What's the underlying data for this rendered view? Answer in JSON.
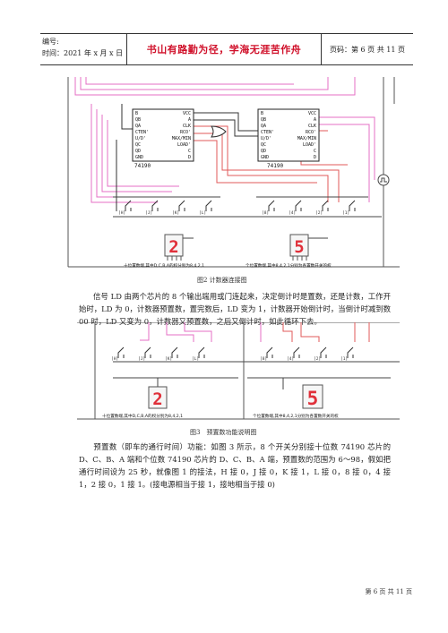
{
  "header": {
    "number_label": "编号:",
    "time_label": "时间：2021 年 x 月 x 日",
    "motto": "书山有路勤为径，学海无涯苦作舟",
    "page_info": "页码：第 6 页 共 11 页"
  },
  "figure1": {
    "chip1_name": "74190",
    "chip2_name": "74190",
    "pins_left": [
      "B",
      "QB",
      "QA",
      "CTEN'",
      "U/D'",
      "QC",
      "QD",
      "GND"
    ],
    "pins_right": [
      "VCC",
      "A",
      "CLK",
      "RCO'",
      "MAX/MIN",
      "LOAD'",
      "C",
      "D"
    ],
    "switch_labels_left": [
      "[H]",
      "[J]",
      "[K]",
      "[L]"
    ],
    "switch_labels_right": [
      "[8]",
      "[4]",
      "[2]",
      "[1]"
    ],
    "digit_left": "2",
    "digit_right": "5",
    "label_left": "十位置数端,其中D,C,B,A的权分别为8,4,2,1",
    "label_right": "个位置数端,其中8,4,2,1分别为各置数开关的权",
    "caption": "图2 计数器连接图"
  },
  "para1": "信号 LD 由两个芯片的 8 个输出端用或门连起来，决定倒计时是置数，还是计数，工作开始时，LD 为 0，计数器预置数，置完数后，LD 变为 1，计数器开始倒计时，当倒计时减到数 00 时，LD 又变为 0，计数器又预置数，之后又倒计时，如此循环下去。",
  "figure2": {
    "switch_labels_left": [
      "[H]",
      "[J]",
      "[K]",
      "[L]"
    ],
    "switch_labels_right": [
      "[8]",
      "[4]",
      "[2]",
      "[1]"
    ],
    "digit_left": "2",
    "digit_right": "5",
    "label_left": "十位置数端,其中D,C,B,A的权分别为8,4,2,1",
    "label_right": "个位置数端,其中8,4,2,1分别为各置数开关的权",
    "caption": "图3　预置数功能说明图"
  },
  "para2": "预置数（即车的通行时间）功能：如图 3 所示，8 个开关分别接十位数 74190 芯片的 D、C、B、A 端和个位数 74190 芯片的 D、C、B、A 端，预置数的范围为 6～98，假如把通行时间设为 25 秒，就像图 1 的接法，H 接 0，J 接 0，K 接 1，L 接 0，8 接 0，4 接 1，2 接 0，1 接 1。(接电源相当于接 1，接地相当于接 0)",
  "footer": "第 6 页 共 11 页",
  "colors": {
    "motto": "#d0102a",
    "wire_pink": "#e46fc4",
    "wire_red": "#e05a5a",
    "digit_red": "#e0303a"
  }
}
